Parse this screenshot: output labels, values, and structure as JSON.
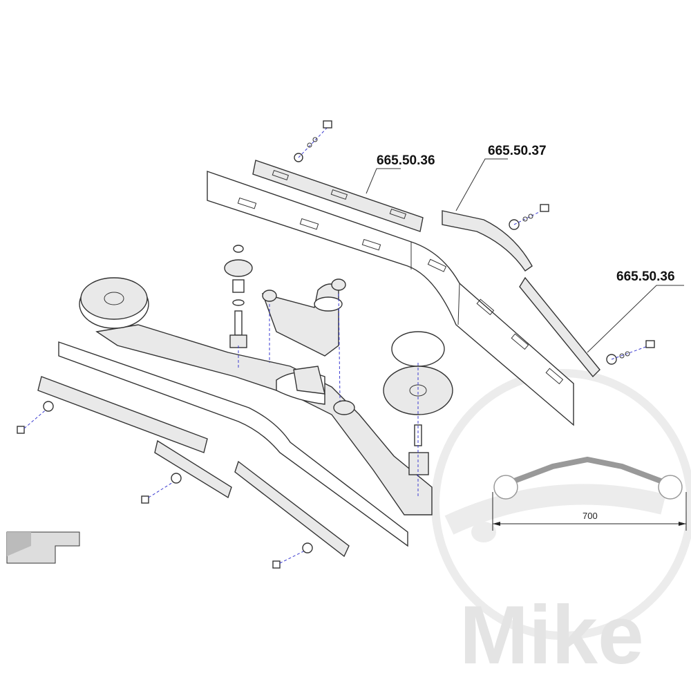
{
  "part_labels": [
    {
      "id": "rail-left-upper",
      "text": "665.50.36"
    },
    {
      "id": "rail-curved",
      "text": "665.50.37"
    },
    {
      "id": "rail-right",
      "text": "665.50.36"
    }
  ],
  "dimension": {
    "value": "700"
  },
  "watermark": {
    "text": "Mike"
  }
}
